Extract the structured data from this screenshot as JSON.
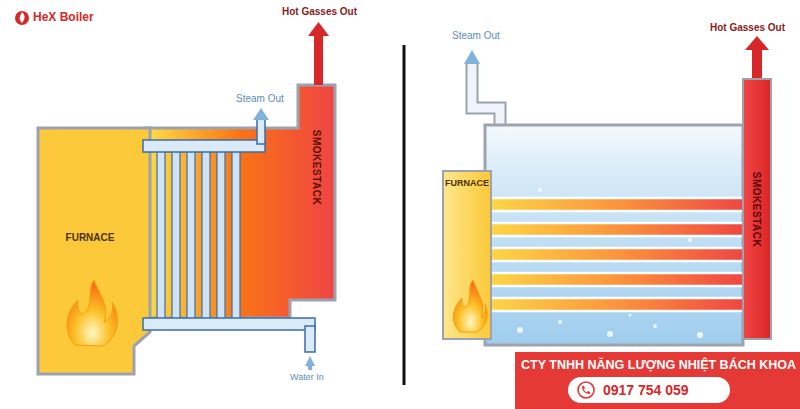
{
  "diagram": {
    "nodes": [
      {
        "text": [
          "FURNACE"
        ]
      },
      {
        "text": [
          "SMOKESTACK"
        ]
      },
      {
        "text": [
          "FURNACE"
        ]
      },
      {
        "text": [
          "SMOKESTACK"
        ]
      }
    ],
    "labels": [
      "HeX Boiler",
      "Hot Gasses Out",
      "Steam Out",
      "Water In",
      "Steam Out",
      "Hot Gasses Out",
      "CTY TNHH NĂNG LƯỢNG NHIỆT BÁCH KHOA",
      "0917 754 059"
    ]
  }
}
